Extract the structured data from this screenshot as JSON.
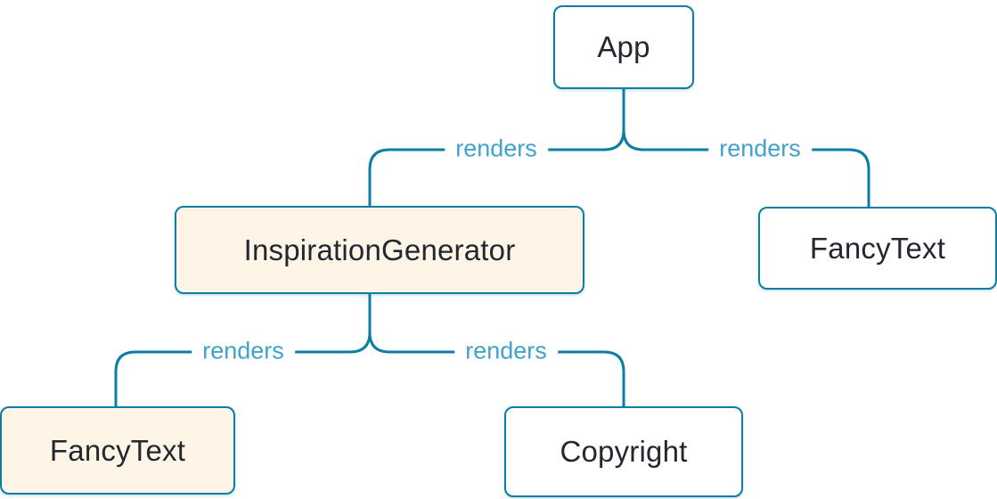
{
  "diagram": {
    "type": "component-tree",
    "nodes": [
      {
        "id": "app",
        "label": "App",
        "variant": "plain"
      },
      {
        "id": "inspiration-generator",
        "label": "InspirationGenerator",
        "variant": "highlight"
      },
      {
        "id": "fancy-text-top",
        "label": "FancyText",
        "variant": "plain"
      },
      {
        "id": "fancy-text-bottom",
        "label": "FancyText",
        "variant": "highlight"
      },
      {
        "id": "copyright",
        "label": "Copyright",
        "variant": "plain"
      }
    ],
    "edges": [
      {
        "from": "App",
        "to": "InspirationGenerator",
        "label": "renders"
      },
      {
        "from": "App",
        "to": "FancyText",
        "label": "renders"
      },
      {
        "from": "InspirationGenerator",
        "to": "FancyText",
        "label": "renders"
      },
      {
        "from": "InspirationGenerator",
        "to": "Copyright",
        "label": "renders"
      }
    ],
    "colors": {
      "line": "#0A7EA4",
      "node_border": "#0A7EA4",
      "node_text": "#23272F",
      "edge_label_text": "#43A1CD",
      "highlight_fill": "#FEF5E7",
      "plain_fill": "#FFFFFF",
      "background": "#FFFFFF"
    }
  }
}
